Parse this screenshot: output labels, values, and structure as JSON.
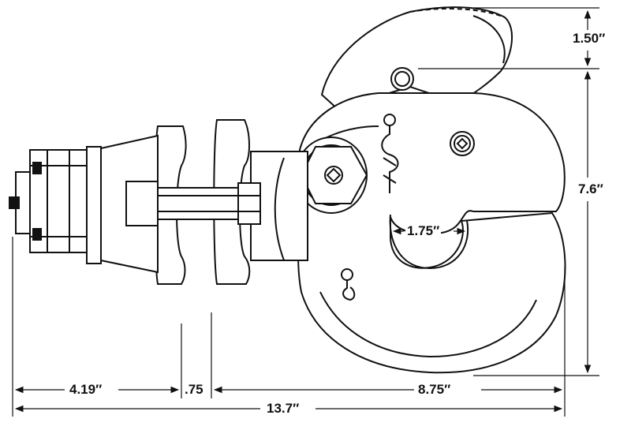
{
  "colors": {
    "ink": "#111111",
    "paper": "#ffffff"
  },
  "dimensions": {
    "hook_height_top": "1.50″",
    "overall_height": "7.6″",
    "throat_opening": "1.75″",
    "shank_length": "4.19″",
    "flange_gap": ".75",
    "hook_length": "8.75″",
    "overall_length": "13.7″"
  }
}
